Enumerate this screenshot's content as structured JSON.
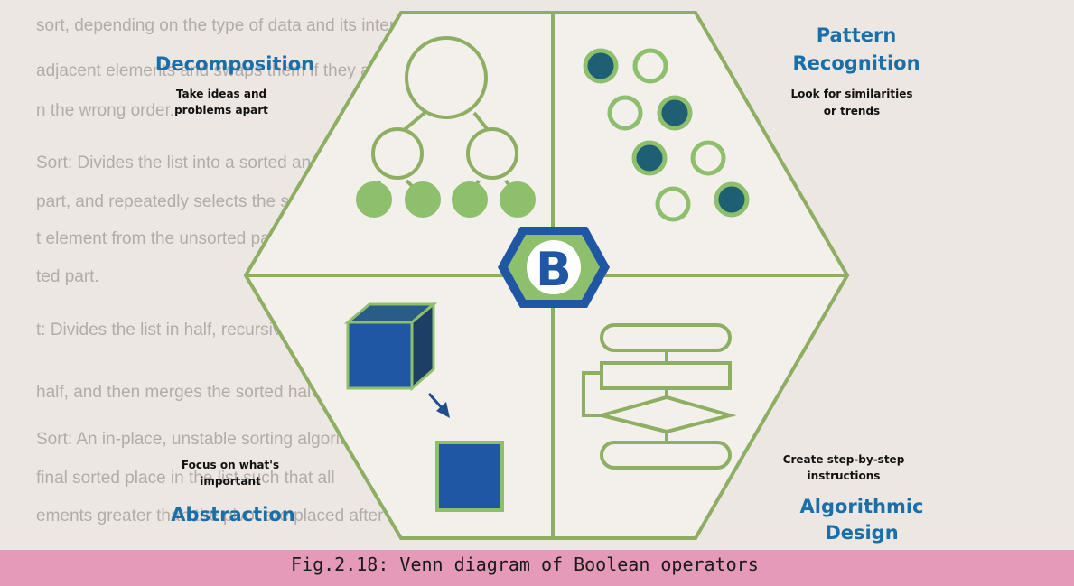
{
  "quadrants": {
    "decomposition": {
      "title": "Decomposition",
      "desc_line1": "Take ideas and",
      "desc_line2": "problems apart"
    },
    "pattern_recognition": {
      "title_line1": "Pattern",
      "title_line2": "Recognition",
      "desc_line1": "Look for similarities",
      "desc_line2": "or trends"
    },
    "abstraction": {
      "title": "Abstraction",
      "desc_line1": "Focus on what's",
      "desc_line2": "important"
    },
    "algorithmic_design": {
      "title_line1": "Algorithmic",
      "title_line2": "Design",
      "desc_line1": "Create step-by-step",
      "desc_line2": "instructions"
    }
  },
  "logo": {
    "letter": "B"
  },
  "caption": "Fig.2.18: Venn diagram of Boolean operators",
  "colors": {
    "outline": "#8dae63",
    "blue": "#1f57a4",
    "dark_teal": "#1f5f73",
    "title_blue": "#1a6fa8",
    "caption_band": "#e49ab8",
    "page": "#ece7e2"
  },
  "background_text": [
    "sort, depending on the type of data and its intended use.",
    "adjacent elements and swaps them if they are",
    "n the wrong order.",
    "Sort: Divides the list into a sorted and an unsorted",
    "part, and repeatedly selects the smallest element",
    "t element from the unsorted part to the end of the",
    "ted part.",
    "t: Divides the list in half, recursively sorts each",
    "half, and then merges the sorted halves.",
    "Sort: An in-place, unstable sorting algorithm that selects a pivot",
    "final sorted place in the list such that all",
    "ements greater than the pivot are placed after it."
  ]
}
